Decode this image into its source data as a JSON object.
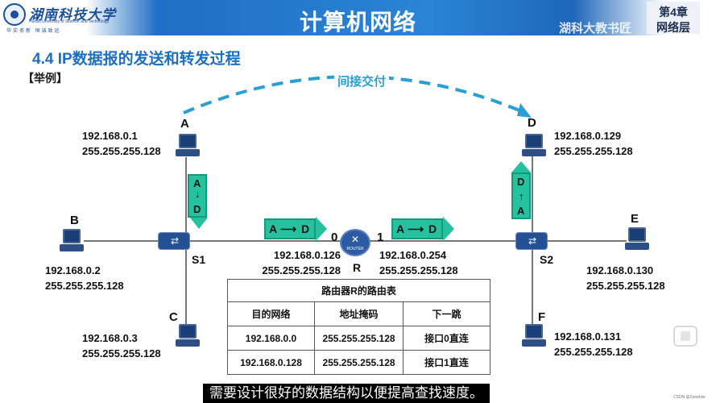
{
  "header": {
    "school_name": "湖南科技大学",
    "school_en": "Hunan University of Science and Technology",
    "motto": "毕实务新 恒诚致远",
    "course_title": "计算机网络",
    "chapter_num": "第4章",
    "chapter_name": "网络层",
    "watermark": "湖科大教书匠"
  },
  "section_title": "4.4 IP数据报的发送和转发过程",
  "example_label": "【举例】",
  "indirect_label": "间接交付",
  "hosts": {
    "A": {
      "letter": "A",
      "ip": "192.168.0.1",
      "mask": "255.255.255.128"
    },
    "B": {
      "letter": "B",
      "ip": "192.168.0.2",
      "mask": "255.255.255.128"
    },
    "C": {
      "letter": "C",
      "ip": "192.168.0.3",
      "mask": "255.255.255.128"
    },
    "D": {
      "letter": "D",
      "ip": "192.168.0.129",
      "mask": "255.255.255.128"
    },
    "E": {
      "letter": "E",
      "ip": "192.168.0.130",
      "mask": "255.255.255.128"
    },
    "F": {
      "letter": "F",
      "ip": "192.168.0.131",
      "mask": "255.255.255.128"
    }
  },
  "switches": {
    "s1": "S1",
    "s2": "S2"
  },
  "router": {
    "label": "R",
    "device_text": "ROUTER",
    "port0": "0",
    "port1": "1",
    "port0_ip": "192.168.0.126",
    "port0_mask": "255.255.255.128",
    "port1_ip": "192.168.0.254",
    "port1_mask": "255.255.255.128"
  },
  "packets": {
    "src": "A",
    "dst": "D"
  },
  "routing_table": {
    "caption": "路由器R的路由表",
    "headers": [
      "目的网络",
      "地址掩码",
      "下一跳"
    ],
    "rows": [
      [
        "192.168.0.0",
        "255.255.255.128",
        "接口0直连"
      ],
      [
        "192.168.0.128",
        "255.255.255.128",
        "接口1直连"
      ]
    ]
  },
  "subtitle": "需要设计很好的数据结构以便提高查找速度。",
  "csdn": "CSDN @Zanebiie"
}
